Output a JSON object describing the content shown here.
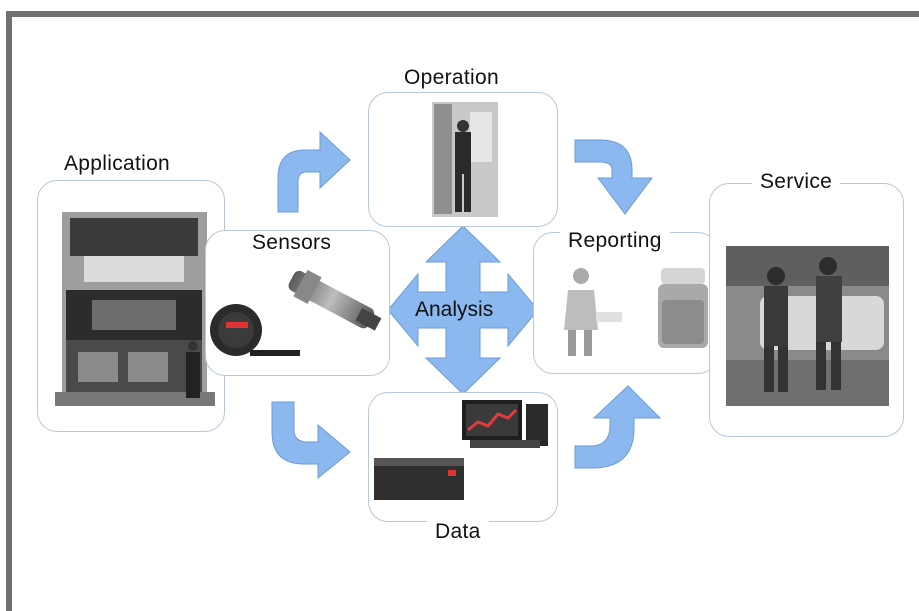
{
  "diagram": {
    "nodes": {
      "application": "Application",
      "sensors": "Sensors",
      "operation": "Operation",
      "reporting": "Reporting",
      "service": "Service",
      "data": "Data"
    },
    "center": "Analysis",
    "colors": {
      "arrow_fill": "#8cb8f0",
      "arrow_stroke": "#6b9bd6",
      "box_border": "#b7c8de",
      "frame": "#707070"
    }
  }
}
